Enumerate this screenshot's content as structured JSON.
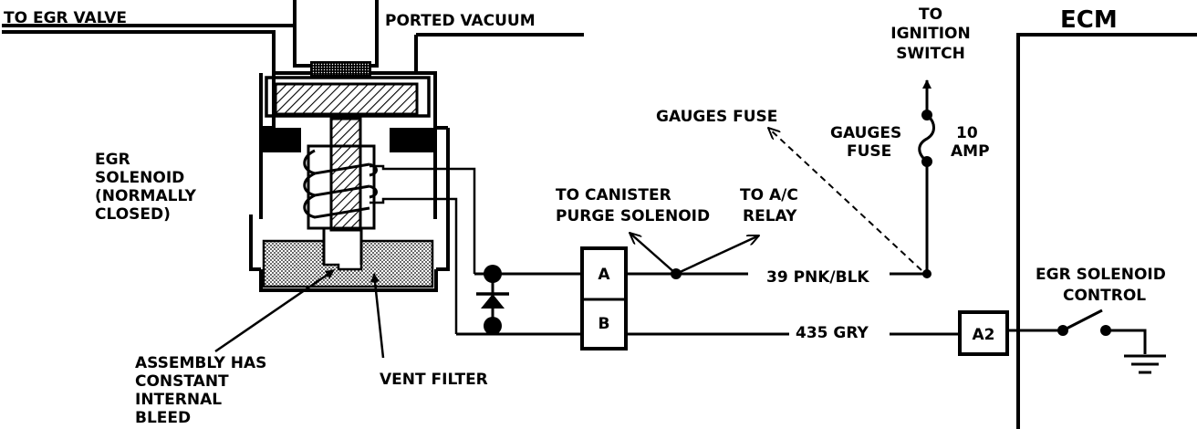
{
  "labels": {
    "to_egr_valve": "TO EGR VALVE",
    "ported_vacuum": "PORTED VACUUM",
    "egr_solenoid": [
      "EGR",
      "SOLENOID",
      "(NORMALLY",
      "CLOSED)"
    ],
    "assembly_bleed": [
      "ASSEMBLY HAS",
      "CONSTANT",
      "INTERNAL",
      "BLEED"
    ],
    "vent_filter": "VENT FILTER",
    "to_canister": [
      "TO CANISTER",
      "PURGE SOLENOID"
    ],
    "to_ac_relay": [
      "TO A/C",
      "RELAY"
    ],
    "gauges_fuse_pointer": "GAUGES FUSE",
    "to_ignition": [
      "TO",
      "IGNITION",
      "SWITCH"
    ],
    "gauges_fuse_side": [
      "GAUGES",
      "FUSE"
    ],
    "fuse_rating": [
      "10",
      "AMP"
    ],
    "ecm": "ECM",
    "egr_control": [
      "EGR SOLENOID",
      "CONTROL"
    ],
    "wire_39": "39 PNK/BLK",
    "wire_435": "435 GRY"
  },
  "connectors": {
    "pin_a": "A",
    "pin_b": "B",
    "pin_a2": "A2"
  }
}
